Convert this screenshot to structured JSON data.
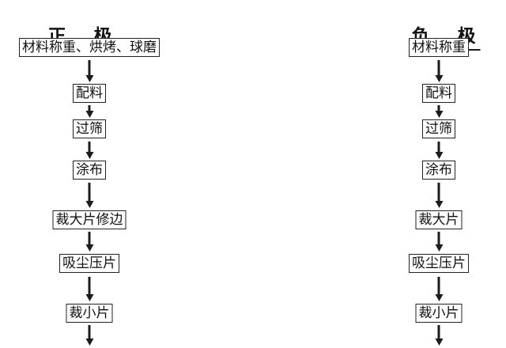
{
  "diagram": {
    "type": "flowchart",
    "arrow_glyph": "↓",
    "colors": {
      "background": "#ffffff",
      "text": "#111111",
      "box_border": "#222222",
      "arrow": "#1c1c1c"
    },
    "columns": [
      {
        "title": "正　极",
        "steps": [
          "材料称重、烘烤、球磨",
          "配料",
          "过筛",
          "涂布",
          "裁大片修边",
          "吸尘压片",
          "裁小片"
        ]
      },
      {
        "title": "负　极",
        "steps": [
          "材料称重",
          "配料",
          "过筛",
          "涂布",
          "裁大片",
          "吸尘压片",
          "裁小片"
        ]
      }
    ]
  }
}
